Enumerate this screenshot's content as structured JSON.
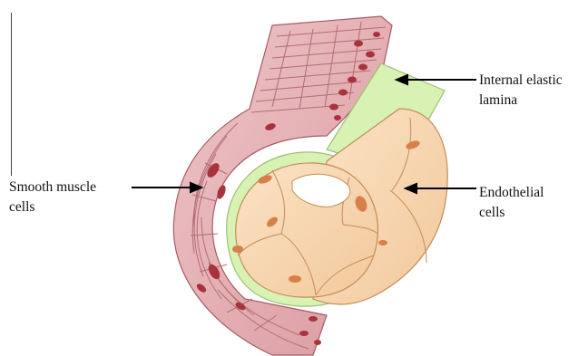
{
  "labels": {
    "smooth_muscle": [
      "Smooth muscle",
      "cells"
    ],
    "elastic_lamina": [
      "Internal elastic",
      "lamina"
    ],
    "endothelial": [
      "Endothelial",
      "cells"
    ]
  },
  "colors": {
    "muscle_fill": "#e8b4b8",
    "muscle_stroke": "#a85a64",
    "nucleus_dark": "#a8333e",
    "lamina": "#d8f2b4",
    "endothelium": "#f8d9b4",
    "endothelium_stroke": "#c58b57",
    "endo_nucleus": "#d9804a",
    "lumen": "#ffffff"
  }
}
